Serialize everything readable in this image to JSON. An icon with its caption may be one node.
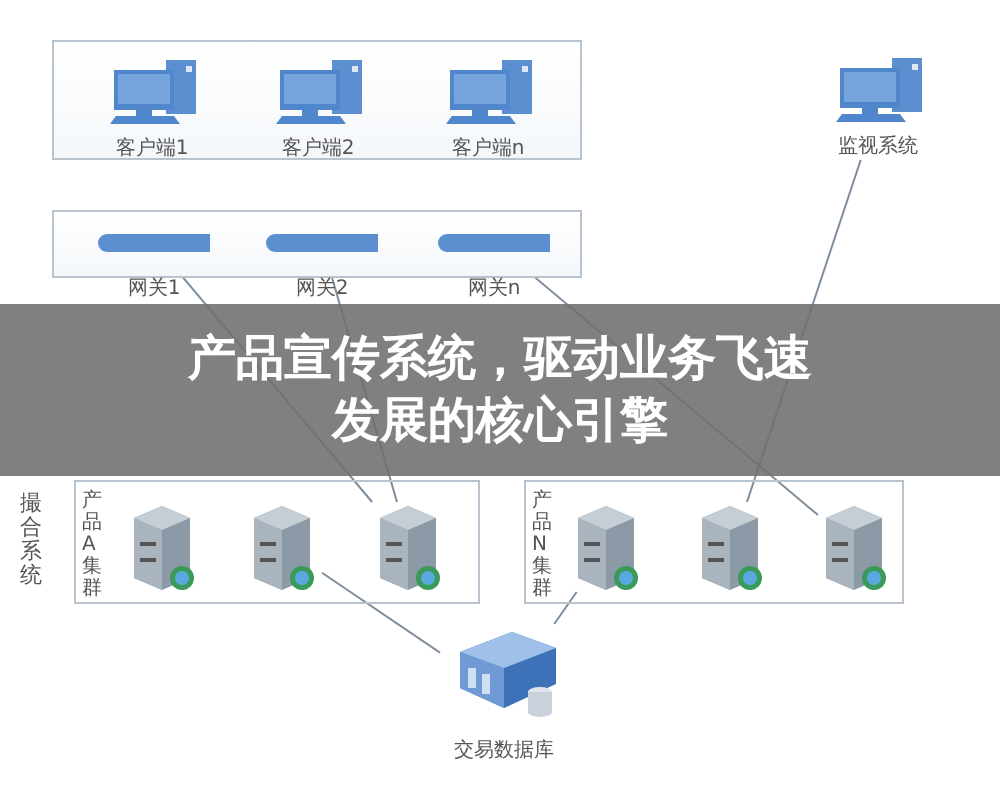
{
  "diagram": {
    "title": "产品宣传系统，驱动业务飞速发展的核心引擎",
    "nodes": [
      {
        "text": [],
        "shape": "box"
      },
      {
        "text": [
          "客户端1"
        ],
        "in": 0
      },
      {
        "text": [
          "客户端2"
        ],
        "in": 0
      },
      {
        "text": [
          "客户端n"
        ],
        "in": 0
      },
      {
        "text": [
          "监视系统"
        ]
      },
      {
        "text": [],
        "shape": "box"
      },
      {
        "text": [],
        "shape": "bar",
        "in": 5,
        "beside": [
          "网关1"
        ]
      },
      {
        "text": [],
        "shape": "bar",
        "in": 5,
        "beside": [
          "网关2"
        ]
      },
      {
        "text": [],
        "shape": "bar",
        "in": 5,
        "beside": [
          "网关n"
        ]
      },
      {
        "text": [
          "产品A集群"
        ]
      },
      {
        "text": [],
        "shape": "picture",
        "in": 9
      },
      {
        "text": [],
        "shape": "picture",
        "in": 9
      },
      {
        "text": [],
        "shape": "picture",
        "in": 9
      },
      {
        "text": [
          "产品N集群"
        ]
      },
      {
        "text": [],
        "shape": "picture",
        "in": 13
      },
      {
        "text": [],
        "shape": "picture",
        "in": 13
      },
      {
        "text": [],
        "shape": "picture",
        "in": 13
      },
      {
        "text": [
          "交易数据库"
        ]
      }
    ],
    "edges": [
      {
        "from": 6,
        "to": 12,
        "arrow": "none"
      },
      {
        "from": 7,
        "to": 12,
        "arrow": "none"
      },
      {
        "from": 8,
        "to": 16,
        "arrow": "none"
      },
      {
        "from": 4,
        "to": 15,
        "arrow": "none"
      },
      {
        "from": 11,
        "to": 17,
        "arrow": "none"
      },
      {
        "from": 14,
        "to": 17,
        "arrow": "none"
      }
    ],
    "labels": [
      "撮合系统"
    ]
  }
}
